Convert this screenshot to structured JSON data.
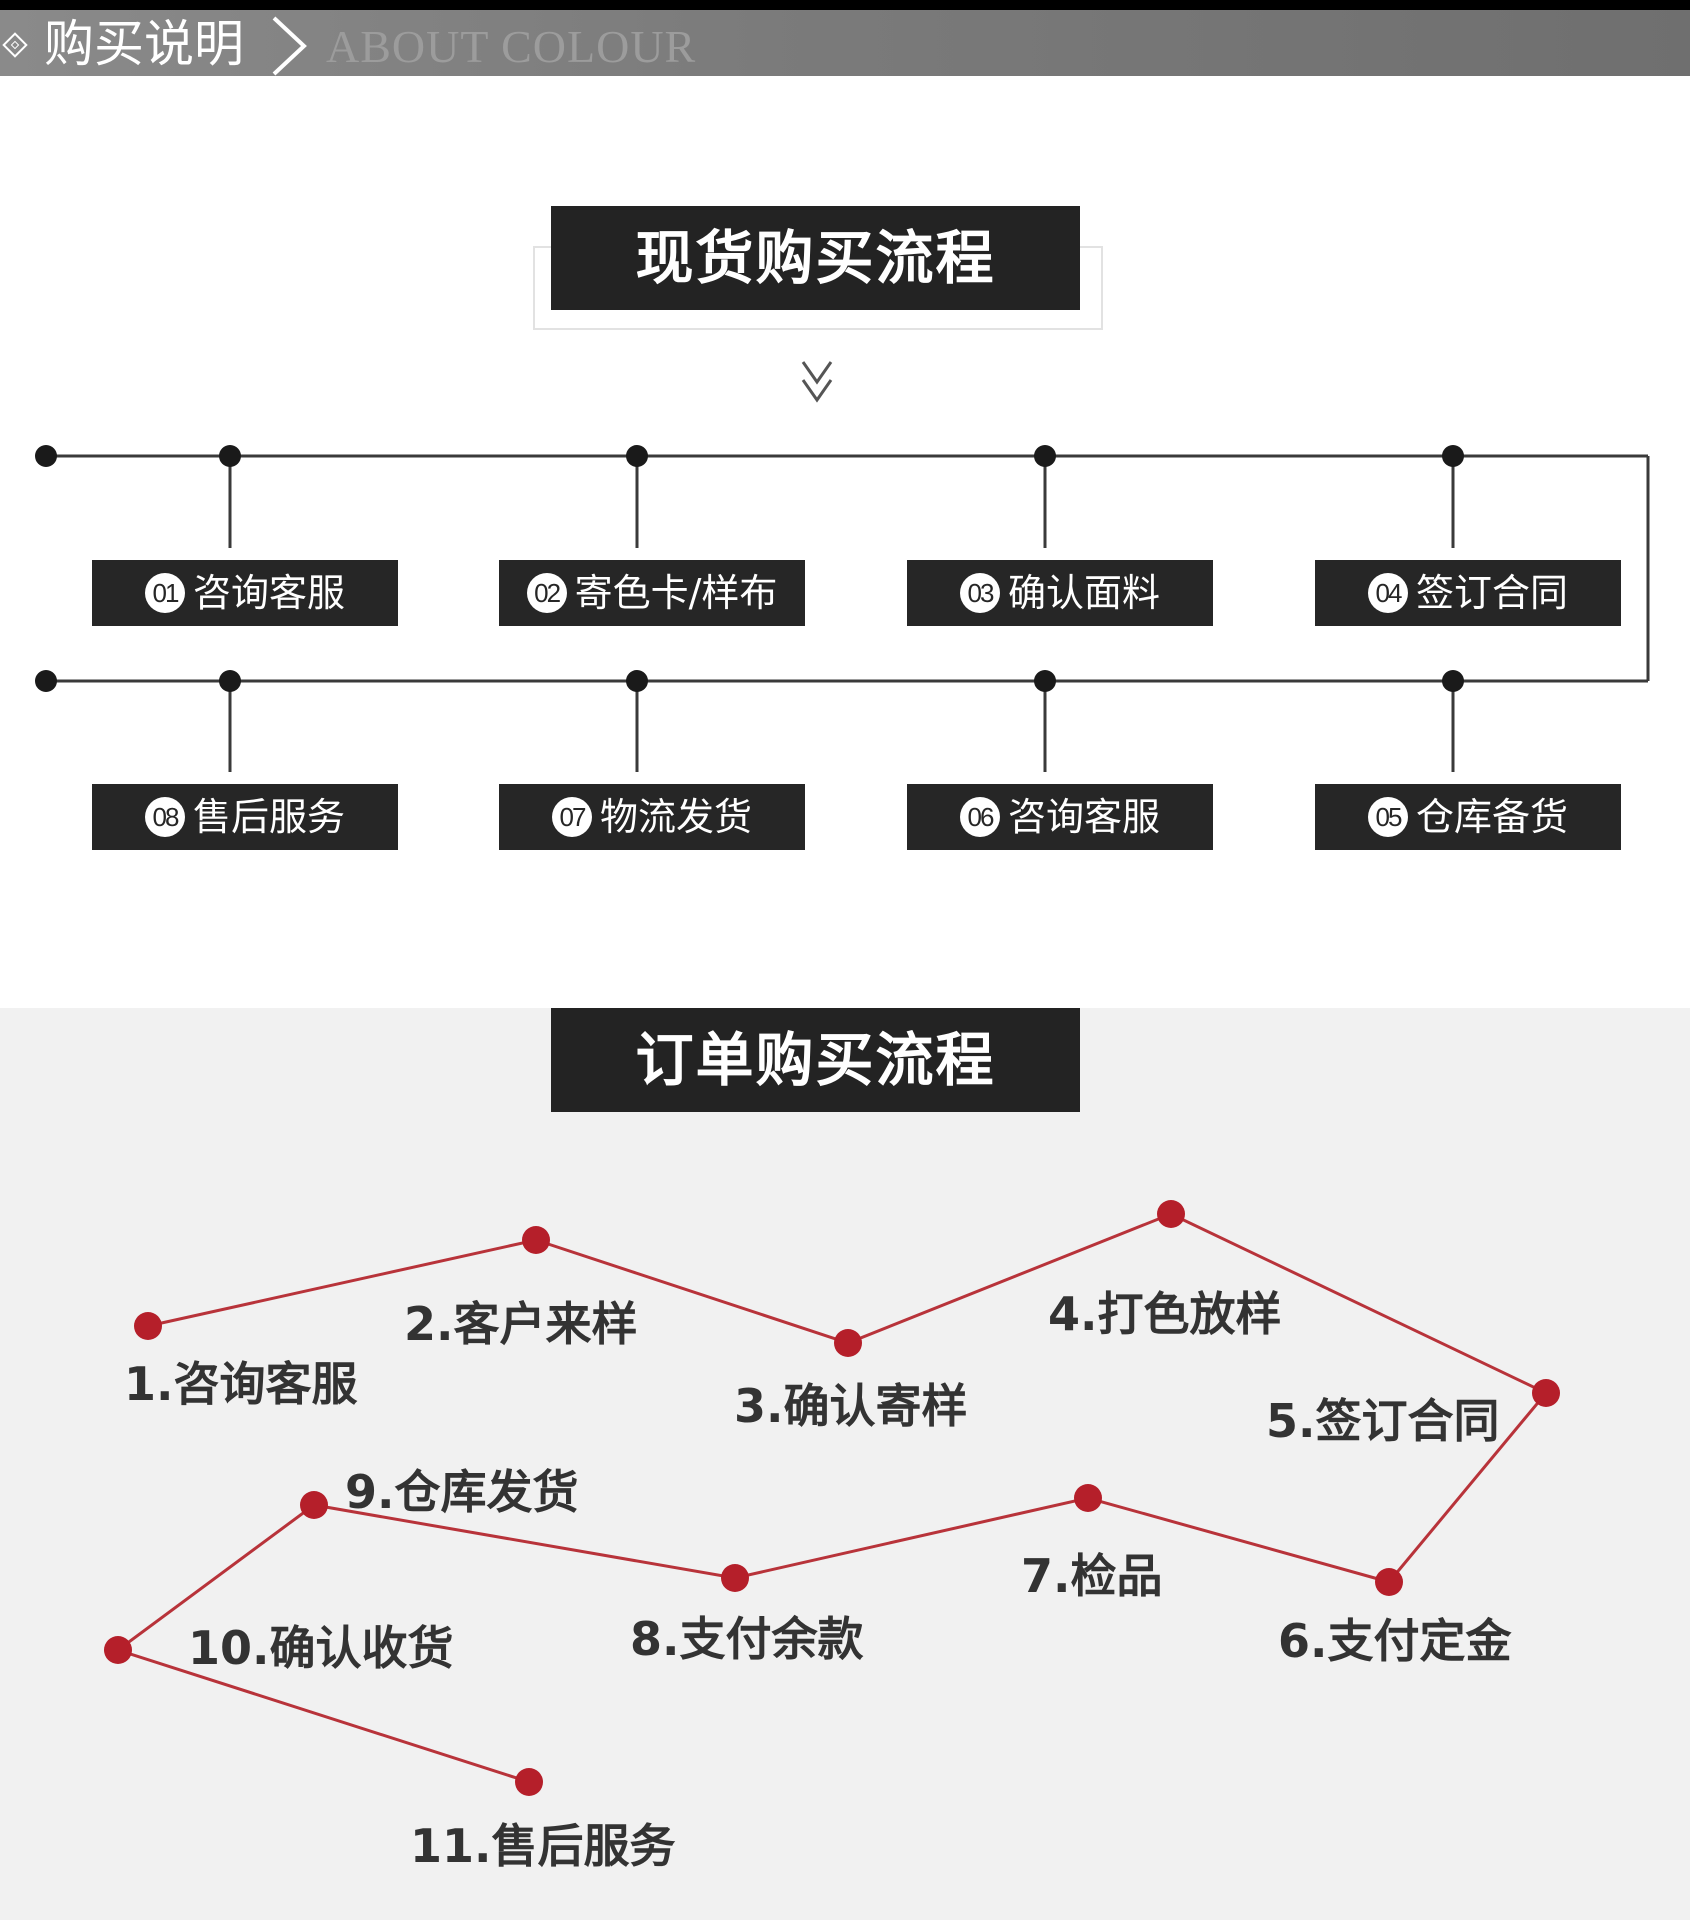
{
  "header": {
    "title_cn": "购买说明",
    "title_en": "ABOUT COLOUR"
  },
  "stock_flow": {
    "title": "现货购买流程",
    "steps": [
      {
        "num": "01",
        "label": "咨询客服"
      },
      {
        "num": "02",
        "label": "寄色卡/样布"
      },
      {
        "num": "03",
        "label": "确认面料"
      },
      {
        "num": "04",
        "label": "签订合同"
      },
      {
        "num": "05",
        "label": "仓库备货"
      },
      {
        "num": "06",
        "label": "咨询客服"
      },
      {
        "num": "07",
        "label": "物流发货"
      },
      {
        "num": "08",
        "label": "售后服务"
      }
    ]
  },
  "order_flow": {
    "title": "订单购买流程",
    "steps": [
      "1.咨询客服",
      "2.客户来样",
      "3.确认寄样",
      "4.打色放样",
      "5.签订合同",
      "6.支付定金",
      "7.检品",
      "8.支付余款",
      "9.仓库发货",
      "10.确认收货",
      "11.售后服务"
    ]
  },
  "colors": {
    "dark_box": "#232323",
    "red_line": "#b8333a",
    "red_dot": "#b51f2a"
  }
}
